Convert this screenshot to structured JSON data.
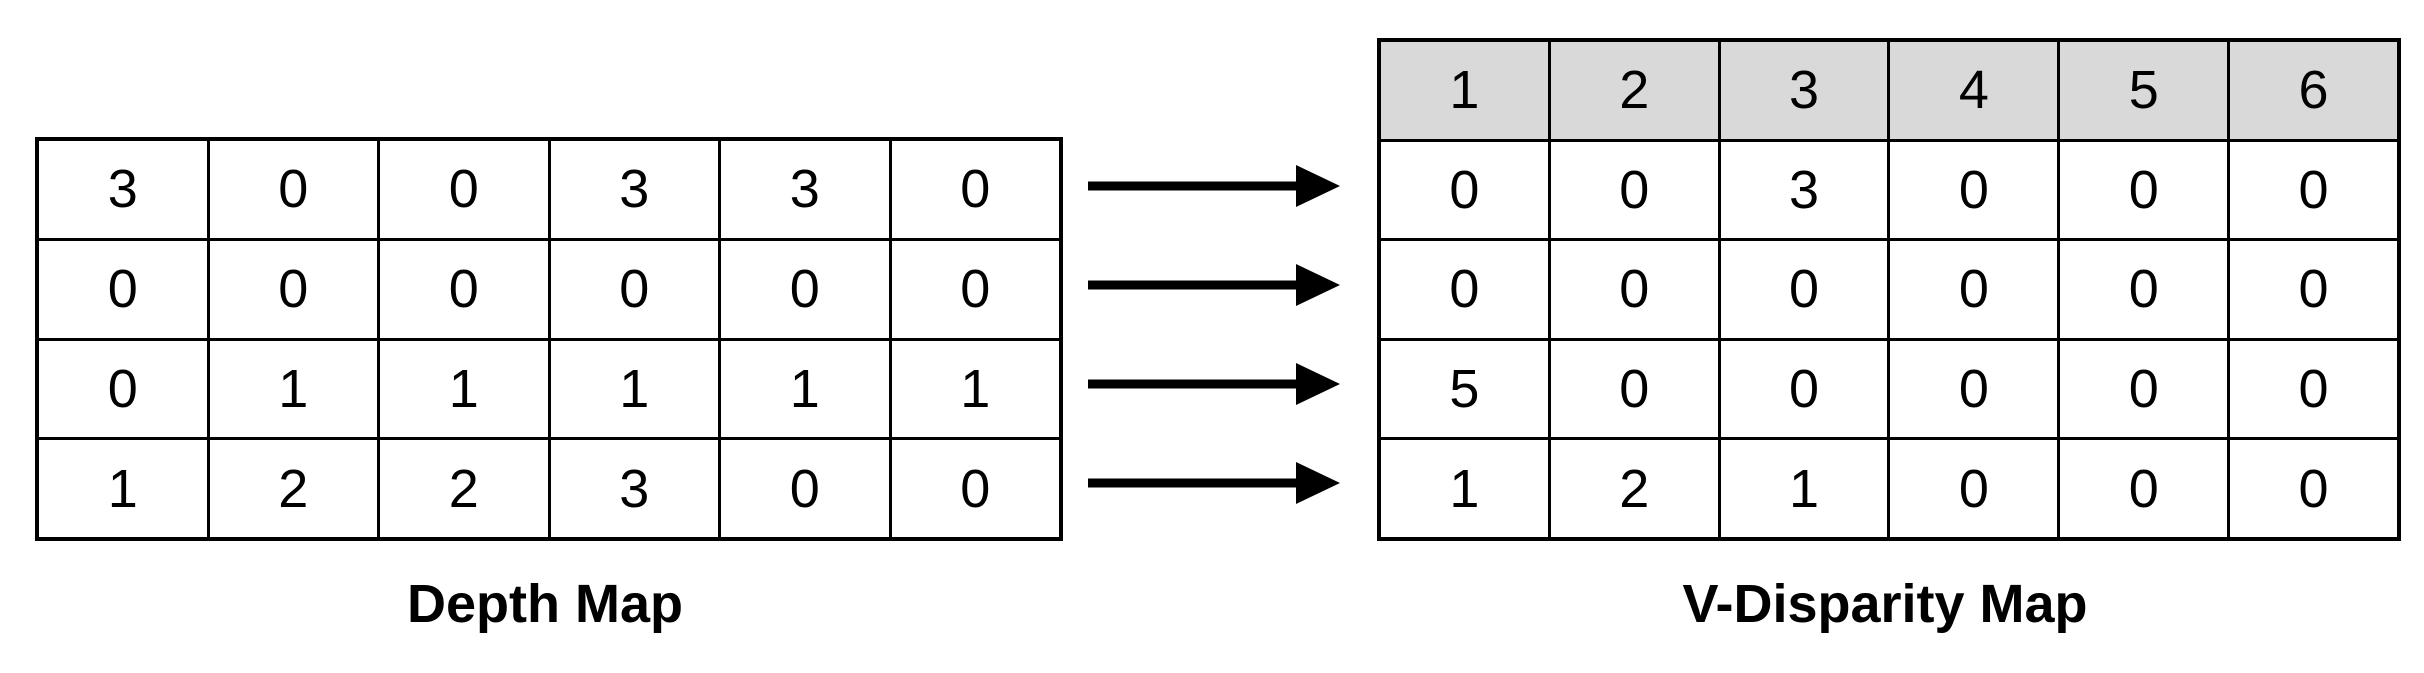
{
  "depth_map": {
    "label": "Depth Map",
    "rows": [
      [
        "3",
        "0",
        "0",
        "3",
        "3",
        "0"
      ],
      [
        "0",
        "0",
        "0",
        "0",
        "0",
        "0"
      ],
      [
        "0",
        "1",
        "1",
        "1",
        "1",
        "1"
      ],
      [
        "1",
        "2",
        "2",
        "3",
        "0",
        "0"
      ]
    ]
  },
  "v_disparity_map": {
    "label": "V-Disparity Map",
    "header": [
      "1",
      "2",
      "3",
      "4",
      "5",
      "6"
    ],
    "rows": [
      [
        "0",
        "0",
        "3",
        "0",
        "0",
        "0"
      ],
      [
        "0",
        "0",
        "0",
        "0",
        "0",
        "0"
      ],
      [
        "5",
        "0",
        "0",
        "0",
        "0",
        "0"
      ],
      [
        "1",
        "2",
        "1",
        "0",
        "0",
        "0"
      ]
    ]
  },
  "arrows": {
    "icon": "arrow-right-icon",
    "count": 4
  },
  "colors": {
    "background": "#ffffff",
    "border": "#000000",
    "header_bg": "#d9d9d9",
    "text": "#000000"
  }
}
